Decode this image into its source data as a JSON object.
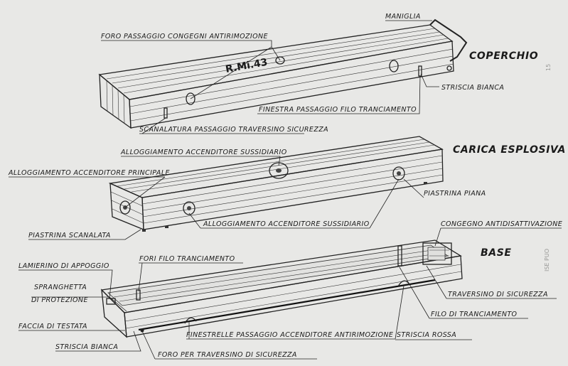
{
  "titles": {
    "coperchio": "COPERCHIO",
    "carica": "CARICA ESPLOSIVA",
    "base": "BASE"
  },
  "stamp": "R.Mi.43",
  "margin_notes": [
    "15",
    "ISE PUO"
  ],
  "labels": {
    "maniglia": "MANIGLIA",
    "foro_antirimozione": "FORO PASSAGGIO CONGEGNI ANTIRIMOZIONE",
    "striscia_bianca_top": "STRISCIA BIANCA",
    "finestra_filo": "FINESTRA PASSAGGIO FILO TRANCIAMENTO",
    "scanalatura": "SCANALATURA PASSAGGIO TRAVERSINO SICUREZZA",
    "alloggiamento_sussidiario_top": "ALLOGGIAMENTO ACCENDITORE SUSSIDIARIO",
    "alloggiamento_principale": "ALLOGGIAMENTO ACCENDITORE PRINCIPALE",
    "piastrina_piana": "PIASTRINA PIANA",
    "alloggiamento_sussidiario_bottom": "ALLOGGIAMENTO  ACCENDITORE SUSSIDIARIO",
    "piastrina_scanalata": "PIASTRINA SCANALATA",
    "congegno": "CONGEGNO  ANTIDISATTIVAZIONE",
    "fori_filo": "FORI FILO TRANCIAMENTO",
    "lamierino": "LAMIERINO DI APPOGGIO",
    "spranghetta_1": "SPRANGHETTA",
    "spranghetta_2": "DI PROTEZIONE",
    "traversino": "TRAVERSINO DI SICUREZZA",
    "filo": "FILO DI TRANCIAMENTO",
    "faccia": "FACCIA DI TESTATA",
    "finestrelle": "FINESTRELLE PASSAGGIO ACCENDITORE ANTIRIMOZIONE",
    "striscia_rossa": "STRISCIA ROSSA",
    "striscia_bianca_bottom": "STRISCIA BIANCA",
    "foro_traversino": "FORO PER TRAVERSINO DI SICUREZZA"
  }
}
